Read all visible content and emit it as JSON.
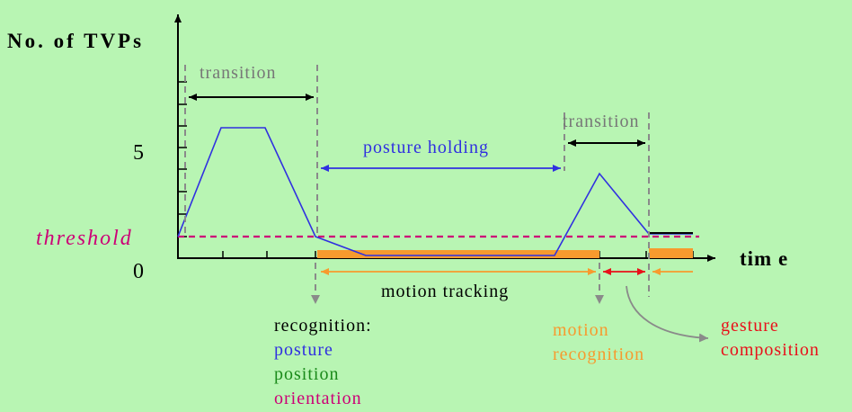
{
  "axes": {
    "y_label": "No. of TVPs",
    "x_label": "tim e",
    "y_tick_5": "5",
    "y_tick_0": "0",
    "threshold_label": "threshold"
  },
  "phases": {
    "transition_1": "transition",
    "posture_holding": "posture holding",
    "transition_2": "transition",
    "motion_tracking": "motion tracking"
  },
  "recognition": {
    "heading": "recognition:",
    "items": [
      "posture",
      "position",
      "orientation"
    ]
  },
  "motion_recognition": [
    "motion",
    "recognition"
  ],
  "gesture_composition": [
    "gesture",
    "composition"
  ],
  "colors": {
    "background": "#b8f5b3",
    "curve": "#3030e0",
    "threshold": "#cc0077",
    "tracking": "#f79a2e",
    "gesture": "#e8101a",
    "guide": "#8a8a8a"
  }
}
